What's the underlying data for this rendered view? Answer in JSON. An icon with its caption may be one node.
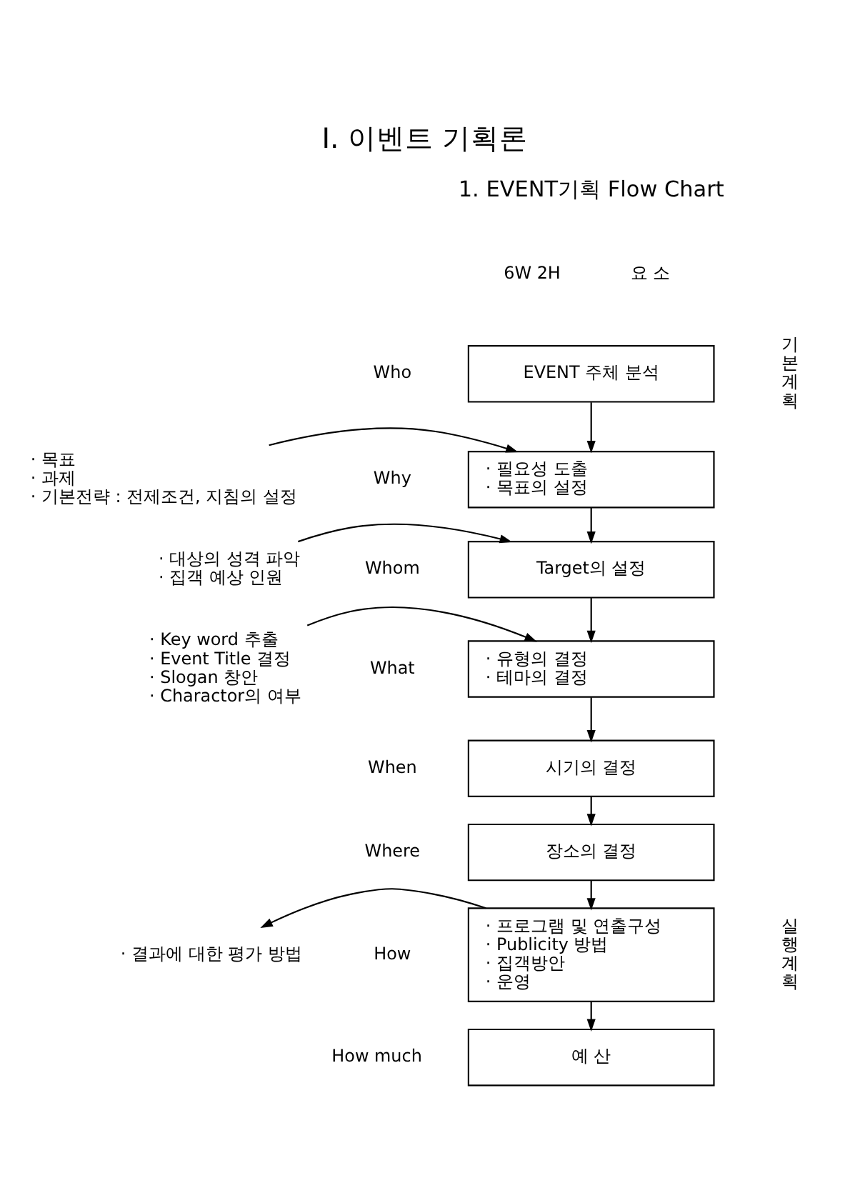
{
  "diagram": {
    "title": "I. 이벤트 기획론",
    "nodes": [
      {
        "text": [
          "EVENT 주체 분석"
        ]
      },
      {
        "text": [
          "· 필요성 도출",
          "· 목표의 설정"
        ]
      },
      {
        "text": [
          "Target의 설정"
        ]
      },
      {
        "text": [
          "· 유형의 결정",
          "· 테마의 결정"
        ]
      },
      {
        "text": [
          "시기의 결정"
        ]
      },
      {
        "text": [
          "장소의 결정"
        ]
      },
      {
        "text": [
          "· 프로그램 및 연출구성",
          "· Publicity 방법",
          "· 집객방안",
          "· 운영"
        ]
      },
      {
        "text": [
          "예 산"
        ]
      },
      {
        "text": [
          "· 목표",
          "· 과제",
          "· 기본전략 : 전제조건, 지침의 설정"
        ]
      },
      {
        "text": [
          "· 대상의 성격 파악",
          "· 집객 예상 인원"
        ]
      },
      {
        "text": [
          "· Key word 추출",
          "· Event Title 결정",
          "· Slogan 창안",
          "· Charactor의 여부"
        ]
      },
      {
        "text": [
          "· 결과에 대한 평가 방법"
        ]
      }
    ],
    "edges": [
      {
        "from": 0,
        "to": 1,
        "arrow": "to"
      },
      {
        "from": 1,
        "to": 2,
        "arrow": "to"
      },
      {
        "from": 2,
        "to": 3,
        "arrow": "to"
      },
      {
        "from": 3,
        "to": 4,
        "arrow": "to"
      },
      {
        "from": 4,
        "to": 5,
        "arrow": "to"
      },
      {
        "from": 5,
        "to": 6,
        "arrow": "to"
      },
      {
        "from": 6,
        "to": 7,
        "arrow": "to"
      },
      {
        "from": 8,
        "to": 1,
        "arrow": "to"
      },
      {
        "from": 9,
        "to": 2,
        "arrow": "to"
      },
      {
        "from": 10,
        "to": 3,
        "arrow": "to"
      },
      {
        "from": 6,
        "to": 11,
        "arrow": "to"
      }
    ],
    "labels": [
      "1. EVENT기획 Flow Chart",
      "6W 2H",
      "요 소",
      "Who",
      "Why",
      "Whom",
      "What",
      "When",
      "Where",
      "How",
      "How much",
      "기본계획",
      "실행계획"
    ]
  }
}
